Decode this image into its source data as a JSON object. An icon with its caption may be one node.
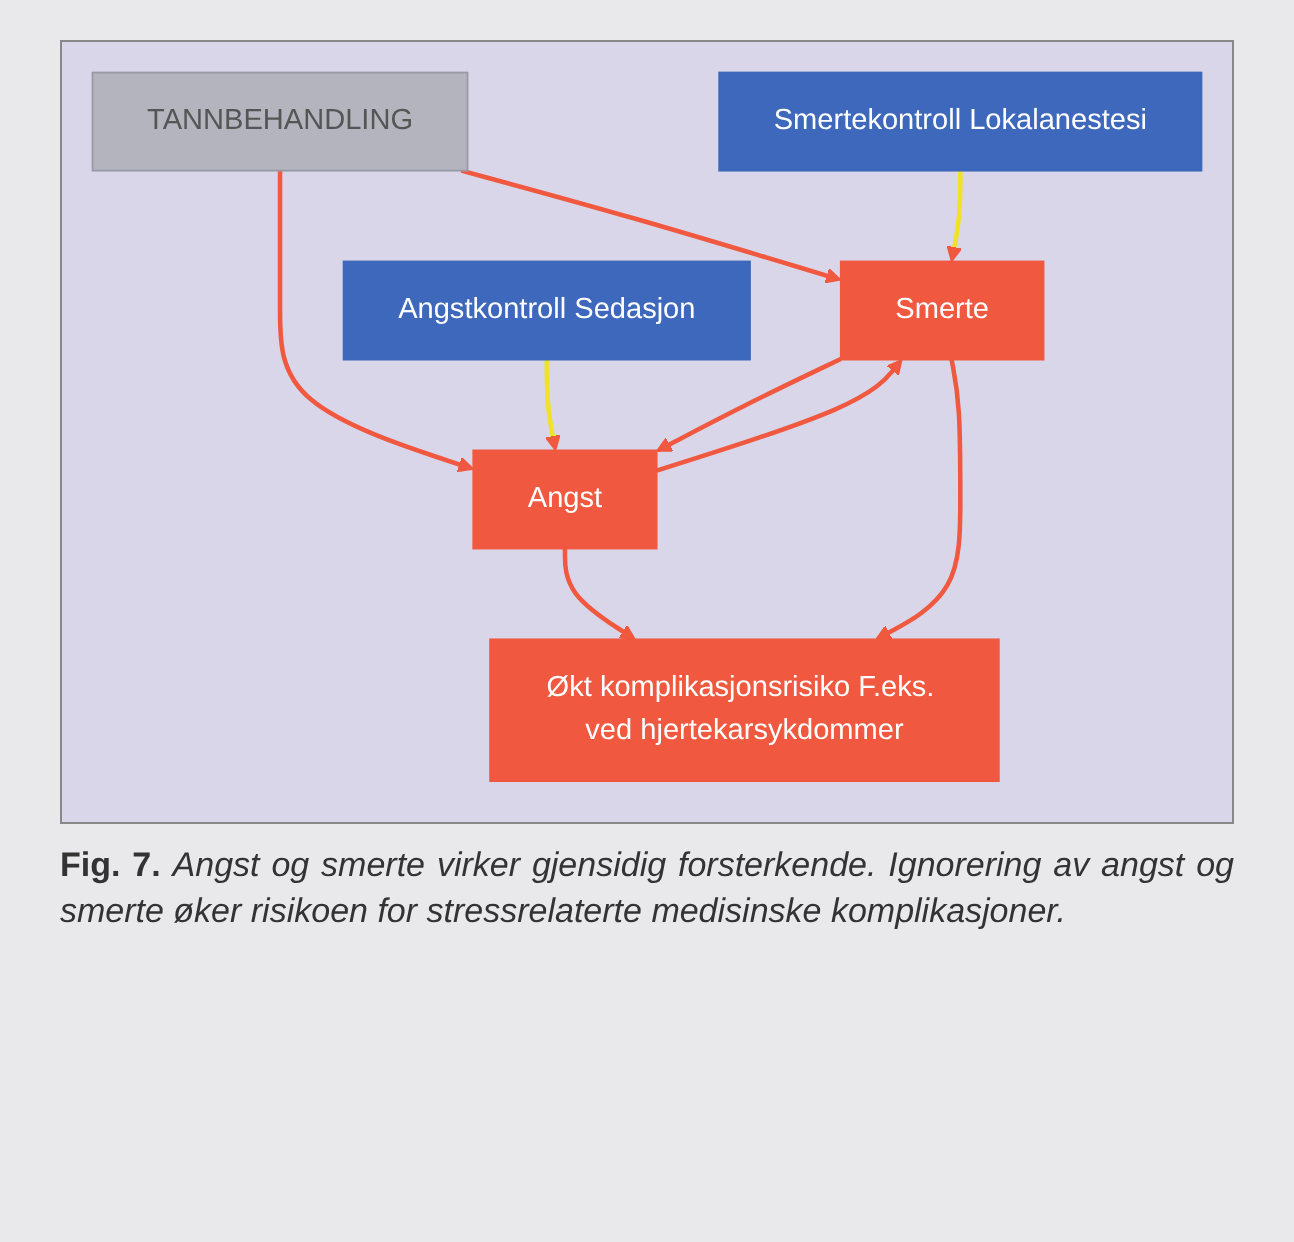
{
  "diagram": {
    "caption": "**Fig. 7.** *Angst og smerte virker gjensidig forsterkende. Ignorering av angst og smerte øker risikoen for stressrelaterte medisinske komplikasjoner.*",
    "nodes": [
      {
        "text": [
          "TANNBEHANDLING"
        ]
      },
      {
        "text": [
          "Angst"
        ]
      },
      {
        "text": [
          "Angstkontroll Sedasjon"
        ]
      },
      {
        "text": [
          "Smerte"
        ]
      },
      {
        "text": [
          "Økt komplikasjonsrisiko F.eks. ved hjertekarsykdommer"
        ]
      },
      {
        "text": [
          "Smertekontroll Lokalanestesi"
        ]
      }
    ],
    "edges": [
      {
        "from": 0,
        "to": 3,
        "arrow": "to"
      },
      {
        "from": 0,
        "to": 1,
        "arrow": "to"
      },
      {
        "from": 2,
        "to": 1,
        "arrow": "to",
        "color": "#f2e227"
      },
      {
        "from": 1,
        "to": 3,
        "arrow": "to"
      },
      {
        "from": 3,
        "to": 1,
        "arrow": "to"
      },
      {
        "from": 1,
        "to": 4,
        "arrow": "to"
      },
      {
        "from": 3,
        "to": 4,
        "arrow": "to"
      },
      {
        "from": 5,
        "to": 3,
        "arrow": "to",
        "color": "#f2e227"
      }
    ]
  }
}
